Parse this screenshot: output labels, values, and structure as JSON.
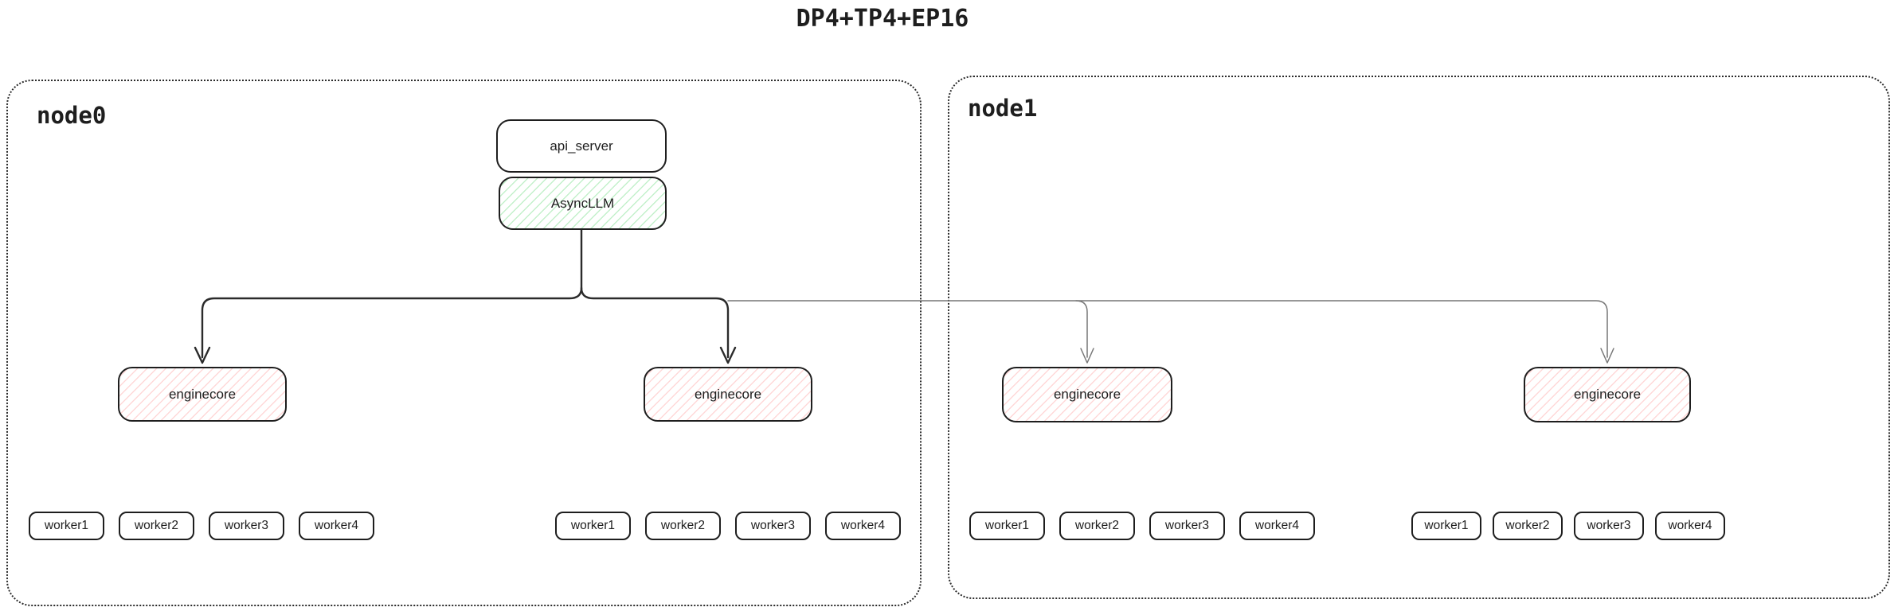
{
  "title": "DP4+TP4+EP16",
  "colors": {
    "border": "#1e1e1e",
    "thin_line": "#777777",
    "green_hatch": "rgba(105,219,124,0.40)",
    "red_hatch": "rgba(255,135,135,0.32)"
  },
  "nodes": [
    {
      "label": "node0",
      "api_server_label": "api_server",
      "asyncllm_label": "AsyncLLM",
      "enginecores": [
        {
          "label": "enginecore"
        },
        {
          "label": "enginecore"
        }
      ],
      "worker_groups": [
        [
          "worker1",
          "worker2",
          "worker3",
          "worker4"
        ],
        [
          "worker1",
          "worker2",
          "worker3",
          "worker4"
        ]
      ]
    },
    {
      "label": "node1",
      "enginecores": [
        {
          "label": "enginecore"
        },
        {
          "label": "enginecore"
        }
      ],
      "worker_groups": [
        [
          "worker1",
          "worker2",
          "worker3",
          "worker4"
        ],
        [
          "worker1",
          "worker2",
          "worker3",
          "worker4"
        ]
      ]
    }
  ]
}
